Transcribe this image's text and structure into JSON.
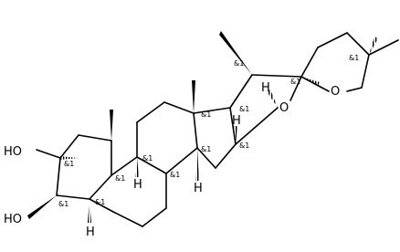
{
  "atoms": {
    "ho_top": "HO",
    "ho_bottom": "HO",
    "o_ring_furan": "O",
    "o_ring_pyran": "O",
    "h": "H"
  },
  "stereo_label": "&1"
}
